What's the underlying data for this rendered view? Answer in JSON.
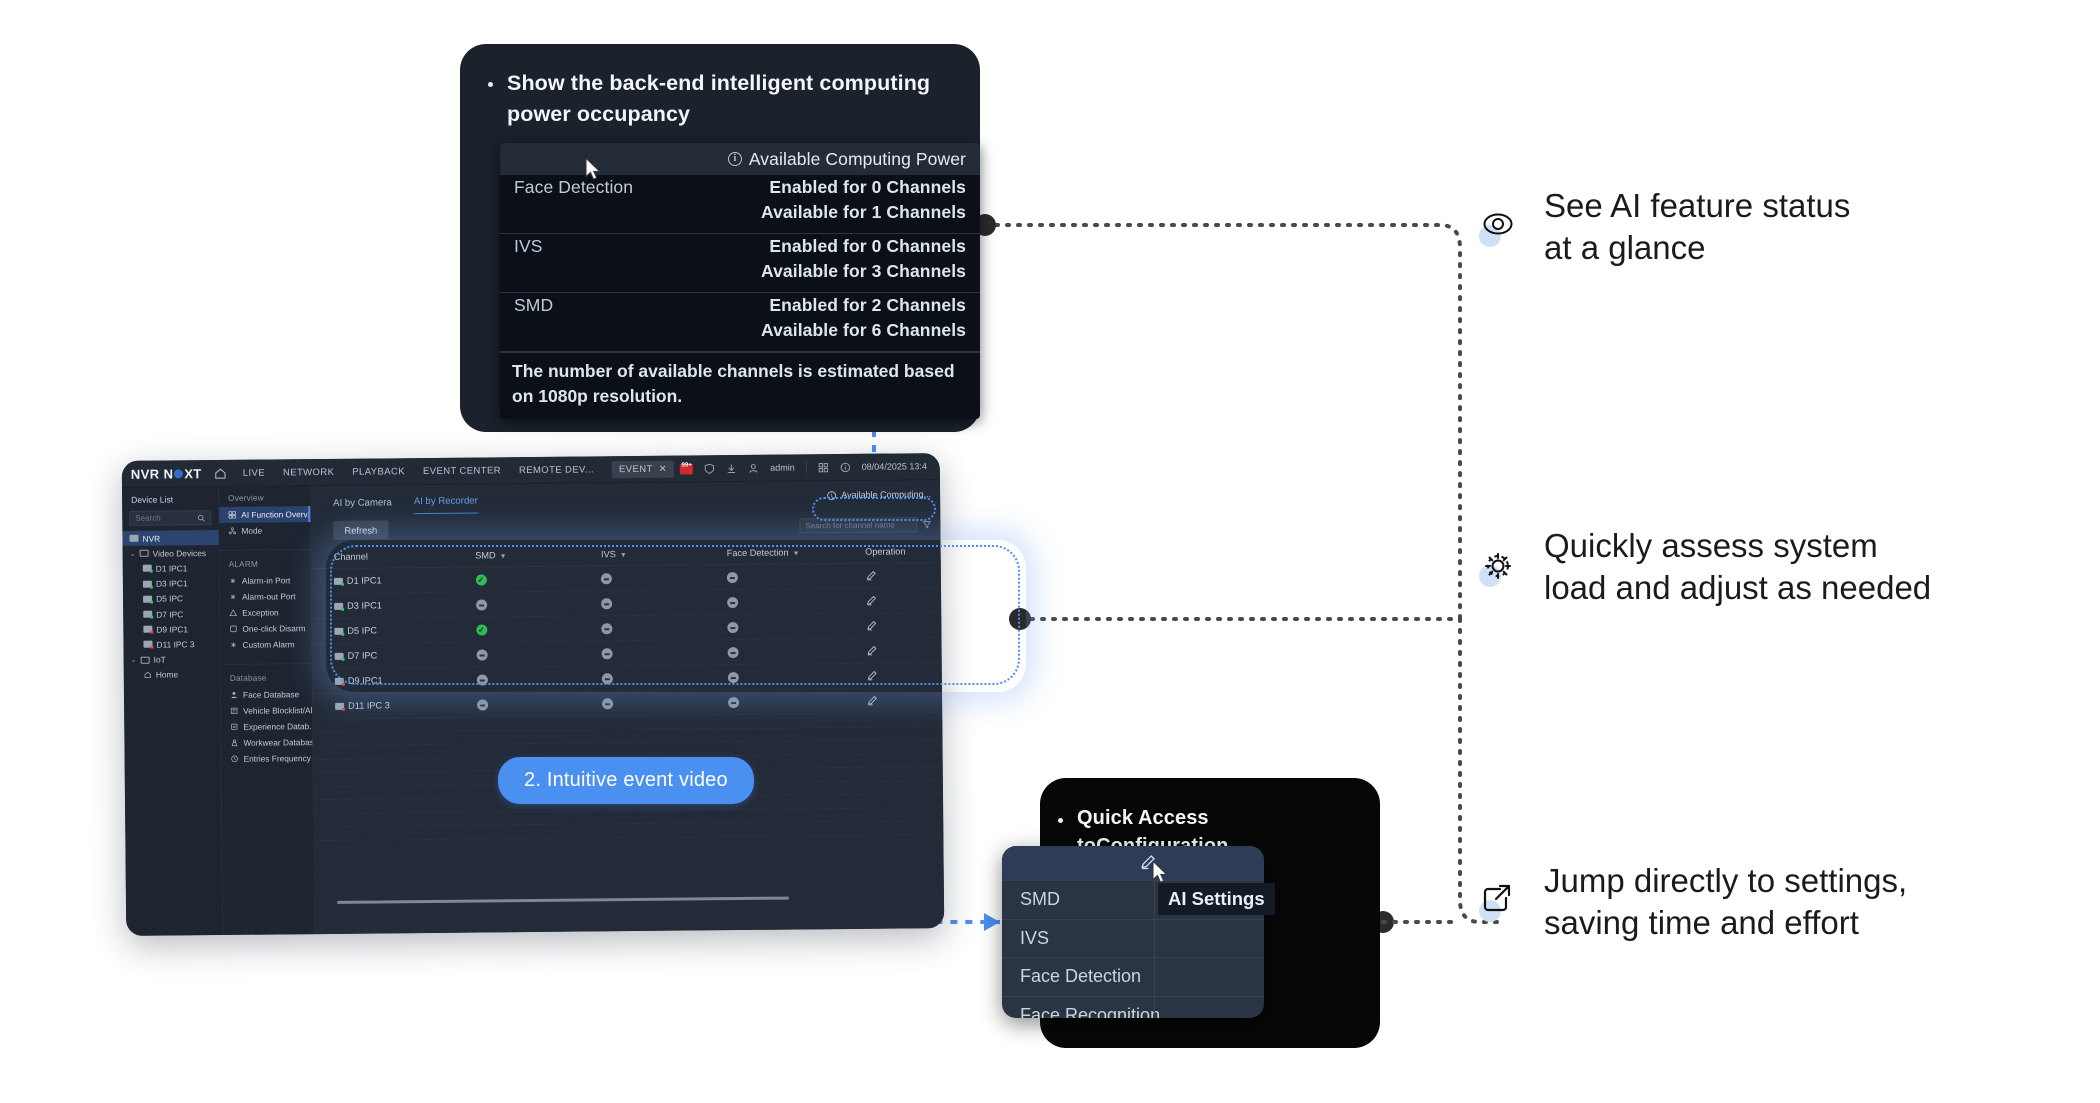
{
  "callouts": {
    "top": {
      "bullet": "Show the back-end intelligent computing power occupancy"
    },
    "bottom": {
      "bullet": "Quick Access toConfiguration"
    }
  },
  "computing_power_panel": {
    "title": "Available Computing Power",
    "info_icon": "info-icon",
    "rows": [
      {
        "name": "Face Detection",
        "enabled": "Enabled for 0 Channels",
        "available": "Available for 1 Channels"
      },
      {
        "name": "IVS",
        "enabled": "Enabled for 0 Channels",
        "available": "Available for 3 Channels"
      },
      {
        "name": "SMD",
        "enabled": "Enabled for 2 Channels",
        "available": "Available for 6 Channels"
      }
    ],
    "note": "The number of available channels is estimated based on 1080p resolution."
  },
  "app": {
    "brand": "NVR NEXT",
    "home_icon": "home-icon",
    "nav": [
      "LIVE",
      "NETWORK",
      "PLAYBACK",
      "EVENT CENTER",
      "REMOTE DEV..."
    ],
    "active_tab": "EVENT",
    "active_tab_close": "✕",
    "status_icons": [
      "alarm-badge-icon",
      "shield-icon",
      "download-icon",
      "user-icon",
      "grid-icon",
      "info-icon"
    ],
    "user": "admin",
    "datetime": "08/04/2025 13:4",
    "device_list": {
      "title": "Device List",
      "search_placeholder": "Search",
      "search_icon": "search-icon",
      "items": [
        {
          "label": "NVR",
          "level": 0,
          "selected": true,
          "icon": "recorder-icon"
        },
        {
          "label": "Video Devices",
          "level": 0,
          "selected": false,
          "icon": "group-icon",
          "chevron": "⌄"
        },
        {
          "label": "D1  IPC1",
          "level": 1,
          "selected": false,
          "icon": "camera-online-icon"
        },
        {
          "label": "D3  IPC1",
          "level": 1,
          "selected": false,
          "icon": "camera-online-icon"
        },
        {
          "label": "D5  IPC",
          "level": 1,
          "selected": false,
          "icon": "camera-online-icon"
        },
        {
          "label": "D7  IPC",
          "level": 1,
          "selected": false,
          "icon": "camera-online-icon"
        },
        {
          "label": "D9  IPC1",
          "level": 1,
          "selected": false,
          "icon": "camera-offline-icon"
        },
        {
          "label": "D11  IPC 3",
          "level": 1,
          "selected": false,
          "icon": "camera-offline-icon"
        },
        {
          "label": "IoT",
          "level": 0,
          "selected": false,
          "icon": "group-icon",
          "chevron": "⌄"
        },
        {
          "label": "Home",
          "level": 1,
          "selected": false,
          "icon": "home-small-icon"
        }
      ]
    },
    "menu": [
      {
        "group": "Overview",
        "items": [
          {
            "label": "AI Function Overv...",
            "icon": "ai-overview-icon",
            "selected": true
          },
          {
            "label": "Mode",
            "icon": "mode-icon",
            "selected": false
          }
        ]
      },
      {
        "group": "ALARM",
        "items": [
          {
            "label": "Alarm-in Port",
            "icon": "alarm-in-icon",
            "selected": false
          },
          {
            "label": "Alarm-out Port",
            "icon": "alarm-out-icon",
            "selected": false
          },
          {
            "label": "Exception",
            "icon": "warning-icon",
            "selected": false
          },
          {
            "label": "One-click Disarm",
            "icon": "disarm-icon",
            "selected": false
          },
          {
            "label": "Custom Alarm",
            "icon": "custom-alarm-icon",
            "selected": false
          }
        ]
      },
      {
        "group": "Database",
        "items": [
          {
            "label": "Face Database",
            "icon": "person-icon",
            "selected": false
          },
          {
            "label": "Vehicle Blocklist/Al...",
            "icon": "vehicle-icon",
            "selected": false
          },
          {
            "label": "Experience Datab...",
            "icon": "experience-icon",
            "selected": false
          },
          {
            "label": "Workwear Database",
            "icon": "workwear-icon",
            "selected": false
          },
          {
            "label": "Entries Frequency",
            "icon": "frequency-icon",
            "selected": false
          }
        ]
      }
    ],
    "main": {
      "tabs": [
        {
          "label": "AI by Camera",
          "active": false
        },
        {
          "label": "AI by Recorder",
          "active": true
        }
      ],
      "computing_chip": "Available Computing...",
      "refresh_label": "Refresh",
      "channel_search_placeholder": "Search for channel name",
      "filter_icon": "filter-icon",
      "table": {
        "columns": [
          "Channel",
          "SMD",
          "IVS",
          "Face Detection",
          "Operation"
        ],
        "sortable": [
          false,
          true,
          true,
          true,
          false
        ],
        "rows": [
          {
            "channel": "D1  IPC1",
            "icon": "camera-online-icon",
            "smd": "on",
            "ivs": "off",
            "face": "off",
            "op": "edit-icon"
          },
          {
            "channel": "D3  IPC1",
            "icon": "camera-online-icon",
            "smd": "off",
            "ivs": "off",
            "face": "off",
            "op": "edit-icon"
          },
          {
            "channel": "D5  IPC",
            "icon": "camera-online-icon",
            "smd": "on",
            "ivs": "off",
            "face": "off",
            "op": "edit-icon"
          },
          {
            "channel": "D7  IPC",
            "icon": "camera-online-icon",
            "smd": "off",
            "ivs": "off",
            "face": "off",
            "op": "edit-icon"
          },
          {
            "channel": "D9  IPC1",
            "icon": "camera-offline-icon",
            "smd": "off",
            "ivs": "off",
            "face": "off",
            "op": "edit-icon"
          },
          {
            "channel": "D11  IPC 3",
            "icon": "camera-offline-icon",
            "smd": "off",
            "ivs": "off",
            "face": "off",
            "op": "edit-icon"
          }
        ]
      }
    }
  },
  "blue_badge": {
    "label": "2. Intuitive event video"
  },
  "popup_menu": {
    "edit_icon": "pencil-icon",
    "tooltip": "AI Settings",
    "items": [
      "SMD",
      "IVS",
      "Face Detection",
      "Face Recognition"
    ]
  },
  "annotations": [
    {
      "icon": "eye-icon",
      "text": "See AI feature status\nat a glance"
    },
    {
      "icon": "gear-icon",
      "text": "Quickly assess system\nload and adjust as needed"
    },
    {
      "icon": "external-link-icon",
      "text": "Jump directly to settings,\nsaving time and effort"
    }
  ],
  "colors": {
    "accent_blue": "#4a90f0",
    "status_on": "#2fbd52",
    "status_off": "#8e99a8",
    "card_dark": "#1b222c",
    "panel_dark": "#0b1018"
  }
}
